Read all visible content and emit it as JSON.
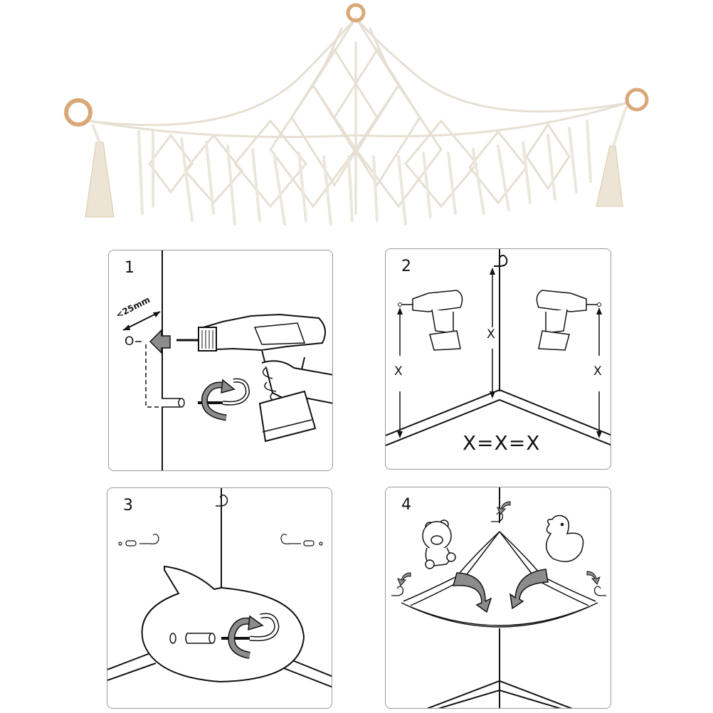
{
  "product": {
    "name": "Macrame toy hammock corner net",
    "colors": {
      "rope": "#ece7dc",
      "ring": "#d9a878",
      "outline": "#111111",
      "arrow_fill": "#8c8c8c",
      "panel_border": "#9a9a9a"
    }
  },
  "steps": [
    {
      "number": "1",
      "labels": {
        "distance": "<25mm",
        "hole": "O"
      }
    },
    {
      "number": "2",
      "labels": {
        "x_left": "X",
        "x_center": "X",
        "x_right": "X",
        "equation": "X=X=X"
      }
    },
    {
      "number": "3",
      "labels": {
        "hole": "O"
      }
    },
    {
      "number": "4",
      "labels": {}
    }
  ]
}
